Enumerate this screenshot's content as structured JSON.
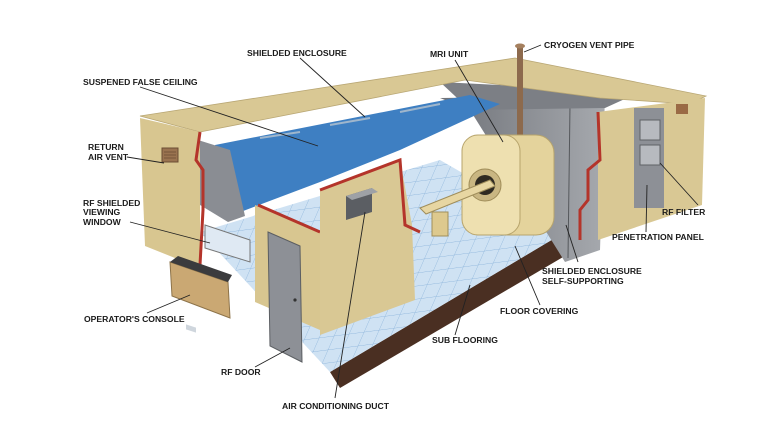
{
  "diagram": {
    "labels": {
      "shielded_enclosure": "SHIELDED ENCLOSURE",
      "false_ceiling": "SUSPENED FALSE CEILING",
      "mri_unit": "MRI UNIT",
      "cryogen_vent_pipe": "CRYOGEN VENT PIPE",
      "return_air_vent_1": "RETURN",
      "return_air_vent_2": "AIR VENT",
      "viewing_window_1": "RF SHIELDED",
      "viewing_window_2": "VIEWING",
      "viewing_window_3": "WINDOW",
      "rf_filter": "RF FILTER",
      "penetration_panel": "PENETRATION PANEL",
      "self_supporting_1": "SHIELDED ENCLOSURE",
      "self_supporting_2": "SELF-SUPPORTING",
      "floor_covering": "FLOOR COVERING",
      "operators_console": "OPERATOR'S CONSOLE",
      "sub_flooring": "SUB FLOORING",
      "rf_door": "RF DOOR",
      "air_conditioning_duct": "AIR CONDITIONING DUCT"
    },
    "colors": {
      "wall": "#d9c894",
      "shield_red": "#b4342a",
      "ceiling_blue": "#3e7fc2",
      "floor_tile": "#cfe2f3",
      "shield_gray": "#8a8d93"
    }
  }
}
